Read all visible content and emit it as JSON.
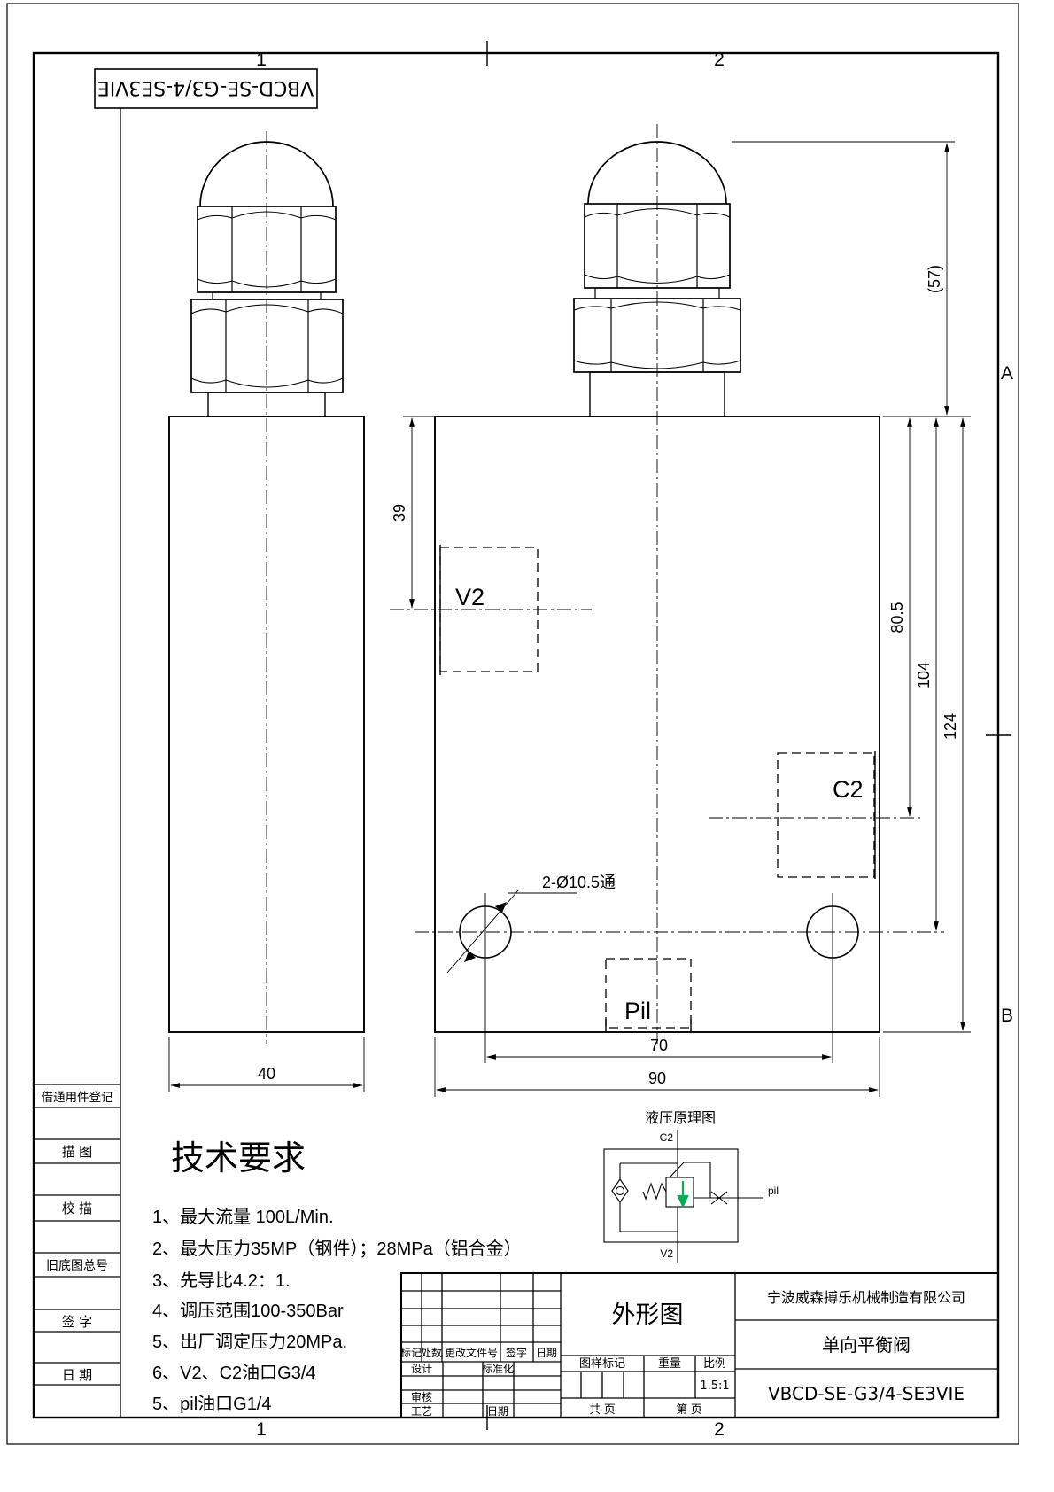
{
  "frame": {
    "zone_top_1": "1",
    "zone_top_2": "2",
    "zone_a": "A",
    "zone_b": "B",
    "part_number_rotated": "VBCD-SE-G3/4-SE3VIE"
  },
  "sidebar": {
    "items": [
      "借通用件登记",
      "描 图",
      "校 描",
      "旧底图总号",
      "签 字",
      "日 期"
    ]
  },
  "drawing": {
    "ports": {
      "v2": "V2",
      "c2": "C2",
      "pil": "Pil"
    },
    "dims": {
      "w40": "40",
      "h39": "39",
      "h57": "(57)",
      "h80_5": "80.5",
      "h104": "104",
      "h124": "124",
      "w70": "70",
      "w90": "90",
      "holes": "2-Ø10.5通"
    }
  },
  "schematic": {
    "title": "液压原理图",
    "c2": "C2",
    "pil": "pil",
    "v2": "V2",
    "arrow_color": "#00b050"
  },
  "notes": {
    "title": "技术要求",
    "items": [
      "1、最大流量 100L/Min.",
      "2、最大压力35MP（钢件）；28MPa（铝合金）",
      "3、先导比4.2：1.",
      "4、调压范围100-350Bar",
      "5、出厂调定压力20MPa.",
      "6、V2、C2油口G3/4",
      "5、pil油口G1/4"
    ]
  },
  "title_block": {
    "rev_headers": [
      "标记",
      "处数",
      "更改文件号",
      "签字",
      "日期"
    ],
    "design": "设计",
    "standardize": "标准化",
    "check": "审核",
    "process": "工艺",
    "date": "日期",
    "mark_header": "图样标记",
    "weight_header": "重量",
    "scale_header": "比例",
    "scale_value": "1.5:1",
    "total_pages": "共  页",
    "page_no": "第  页",
    "drawing_title": "外形图",
    "company": "宁波威森搏乐机械制造有限公司",
    "product": "单向平衡阀",
    "part_number": "VBCD-SE-G3/4-SE3VIE"
  }
}
